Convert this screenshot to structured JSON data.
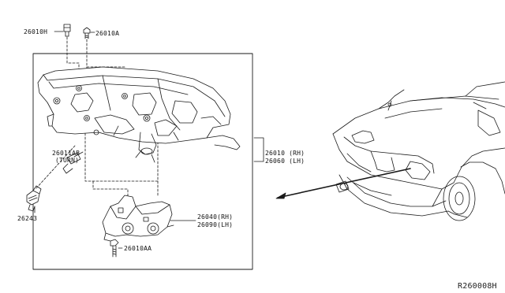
{
  "callouts": {
    "part_26010H": "26010H",
    "part_26010A": "26010A",
    "part_26011AB": "26011AB",
    "turn_note": "(TURN)",
    "part_26243": "26243",
    "part_26010_rh": "26010 (RH)",
    "part_26060_lh": "26060 (LH)",
    "part_26040_rh": "26040(RH)",
    "part_26090_lh": "26090(LH)",
    "part_26010AA": "26010AA"
  },
  "diagram_code": "R260008H",
  "colors": {
    "line": "#1a1a1a",
    "paper": "#ffffff"
  }
}
